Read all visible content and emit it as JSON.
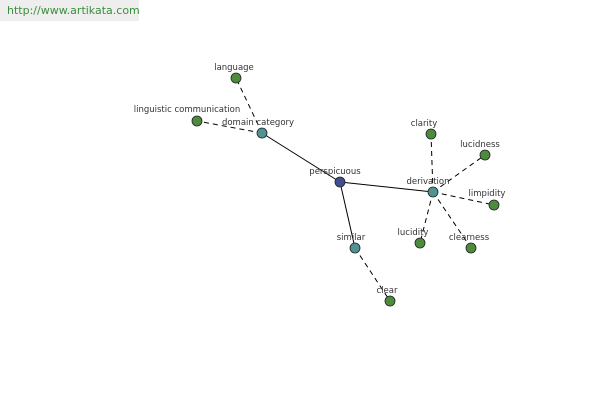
{
  "banner": {
    "url": "http://www.artikata.com"
  },
  "colors": {
    "center_node": "#3f4f8f",
    "hub_node": "#4f9393",
    "leaf_node": "#4c8c3c",
    "edge": "#000000",
    "label": "#333333",
    "banner_text": "#3a8f3a"
  },
  "graph": {
    "nodes": [
      {
        "id": "perspicuous",
        "label": "perspicuous",
        "kind": "center"
      },
      {
        "id": "domain_category",
        "label": "domain category",
        "kind": "hub"
      },
      {
        "id": "derivation",
        "label": "derivation",
        "kind": "hub"
      },
      {
        "id": "similar",
        "label": "similar",
        "kind": "hub"
      },
      {
        "id": "language",
        "label": "language",
        "kind": "leaf"
      },
      {
        "id": "linguistic_communication",
        "label": "linguistic communication",
        "kind": "leaf"
      },
      {
        "id": "clarity",
        "label": "clarity",
        "kind": "leaf"
      },
      {
        "id": "lucidness",
        "label": "lucidness",
        "kind": "leaf"
      },
      {
        "id": "limpidity",
        "label": "limpidity",
        "kind": "leaf"
      },
      {
        "id": "clearness",
        "label": "clearness",
        "kind": "leaf"
      },
      {
        "id": "lucidity",
        "label": "lucidity",
        "kind": "leaf"
      },
      {
        "id": "clear",
        "label": "clear",
        "kind": "leaf"
      }
    ],
    "edges": [
      {
        "from": "perspicuous",
        "to": "domain_category",
        "style": "solid"
      },
      {
        "from": "perspicuous",
        "to": "derivation",
        "style": "solid"
      },
      {
        "from": "perspicuous",
        "to": "similar",
        "style": "solid"
      },
      {
        "from": "domain_category",
        "to": "language",
        "style": "dashed"
      },
      {
        "from": "domain_category",
        "to": "linguistic_communication",
        "style": "dashed"
      },
      {
        "from": "derivation",
        "to": "clarity",
        "style": "dashed"
      },
      {
        "from": "derivation",
        "to": "lucidness",
        "style": "dashed"
      },
      {
        "from": "derivation",
        "to": "limpidity",
        "style": "dashed"
      },
      {
        "from": "derivation",
        "to": "clearness",
        "style": "dashed"
      },
      {
        "from": "derivation",
        "to": "lucidity",
        "style": "dashed"
      },
      {
        "from": "similar",
        "to": "clear",
        "style": "dashed"
      }
    ]
  }
}
